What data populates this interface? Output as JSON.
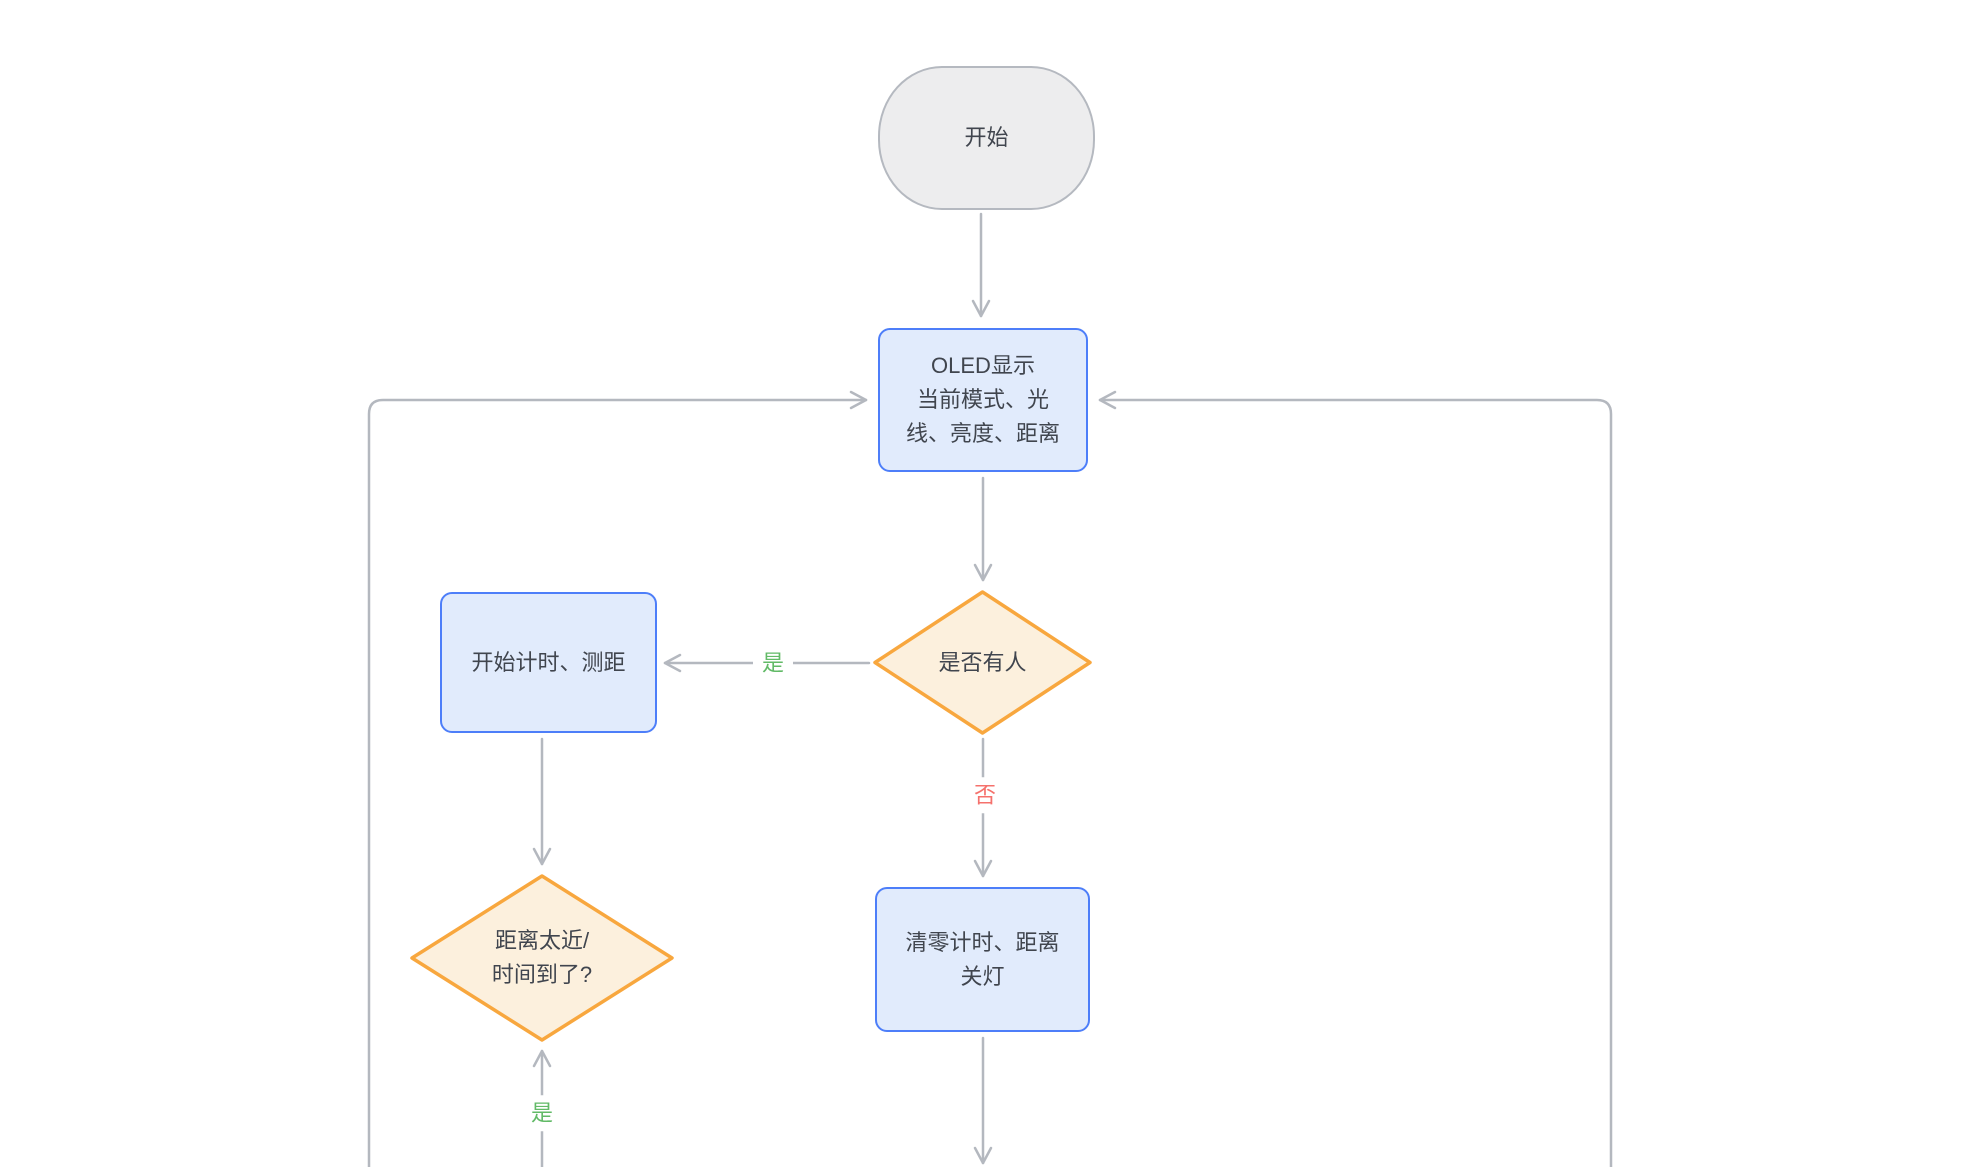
{
  "diagram": {
    "type": "flowchart",
    "background": "#ffffff",
    "nodes": {
      "start": {
        "label": "开始",
        "shape": "terminal"
      },
      "oled": {
        "label": "OLED显示\n当前模式、光\n线、亮度、距离",
        "shape": "process"
      },
      "presence": {
        "label": "是否有人",
        "shape": "decision"
      },
      "timer": {
        "label": "开始计时、测距",
        "shape": "process"
      },
      "distance": {
        "label": "距离太近/\n时间到了?",
        "shape": "decision"
      },
      "reset": {
        "label": "清零计时、距离\n关灯",
        "shape": "process"
      }
    },
    "edges": [
      {
        "from": "start",
        "to": "oled",
        "label": ""
      },
      {
        "from": "oled",
        "to": "presence",
        "label": ""
      },
      {
        "from": "presence",
        "to": "timer",
        "label": "是",
        "label_color": "#62ba67"
      },
      {
        "from": "presence",
        "to": "reset",
        "label": "否",
        "label_color": "#f5716c"
      },
      {
        "from": "timer",
        "to": "distance",
        "label": ""
      },
      {
        "from": "offscreen-bottom",
        "to": "distance",
        "label": "是",
        "label_color": "#62ba67"
      },
      {
        "from": "reset",
        "to": "offscreen-bottom",
        "label": ""
      },
      {
        "from": "offscreen-bottom",
        "to": "oled",
        "label": "",
        "side": "left"
      },
      {
        "from": "offscreen-bottom",
        "to": "oled",
        "label": "",
        "side": "right"
      }
    ],
    "palette": {
      "process_fill": "#e1ebfc",
      "process_border": "#4d7ef9",
      "decision_fill": "#fcf0dd",
      "decision_border": "#f8a73e",
      "terminal_fill": "#ededee",
      "terminal_border": "#b5b9c0",
      "connector": "#b4b8bf",
      "yes_label": "#62ba67",
      "no_label": "#f5716c",
      "text": "#40454e"
    }
  }
}
